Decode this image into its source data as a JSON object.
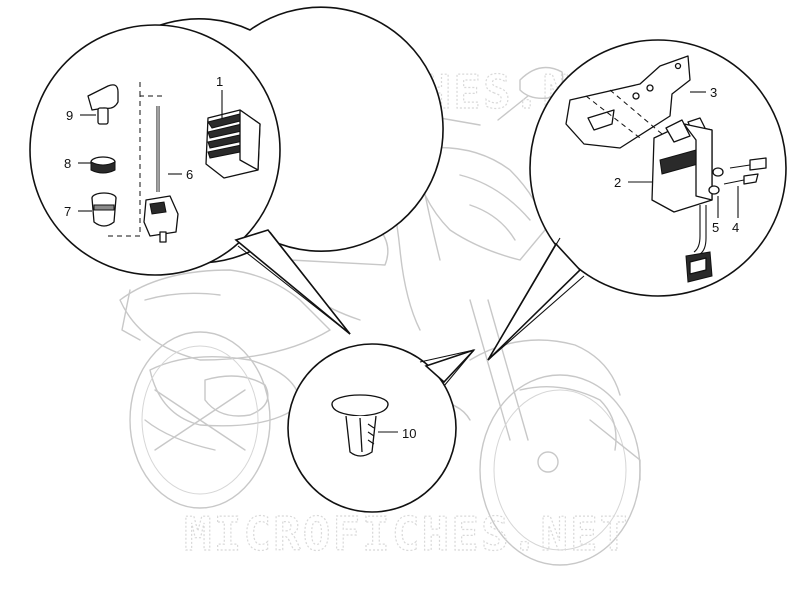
{
  "watermark": {
    "top": "MICROFICHES.NET",
    "bottom": "MICROFICHES.NET"
  },
  "callouts": {
    "c1": "1",
    "c2": "2",
    "c3": "3",
    "c4": "4",
    "c5": "5",
    "c6": "6",
    "c7": "7",
    "c8": "8",
    "c9": "9",
    "c10": "10"
  },
  "colors": {
    "outline": "#111111",
    "ghost": "#c8c8c8",
    "watermark": "#d9d9d9"
  }
}
